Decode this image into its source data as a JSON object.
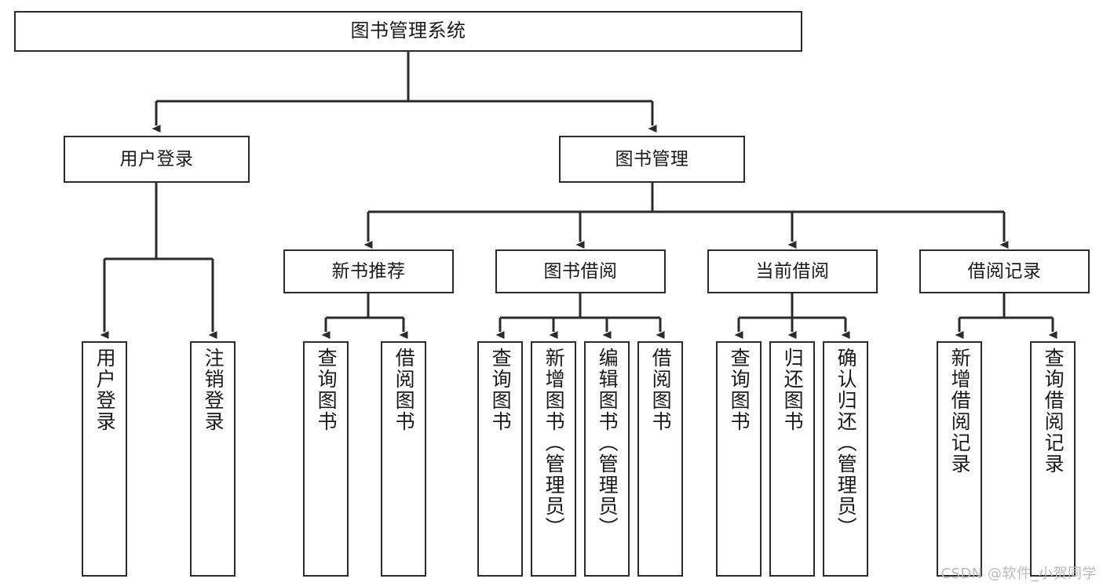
{
  "diagram": {
    "title": "图书管理系统",
    "type": "tree-hierarchy-chart",
    "watermark": "CSDN @软件_小贺同学",
    "colors": {
      "background": "#ffffff",
      "box_border": "#2b2b2b",
      "box_fill": "#ffffff",
      "edge": "#2b2b2b",
      "text": "#1a1a1a",
      "watermark": "#b9b9b9"
    },
    "levels": {
      "root": {
        "label": "图书管理系统"
      },
      "level2": [
        {
          "label": "用户登录"
        },
        {
          "label": "图书管理"
        }
      ],
      "level3": [
        {
          "label": "新书推荐"
        },
        {
          "label": "图书借阅"
        },
        {
          "label": "当前借阅"
        },
        {
          "label": "借阅记录"
        }
      ],
      "leaves": {
        "user_login": [
          "用户登录",
          "注销登录"
        ],
        "new_book_recommend": [
          "查询图书",
          "借阅图书"
        ],
        "book_borrow": [
          "查询图书",
          "新增图书（管理员）",
          "编辑图书（管理员）",
          "借阅图书"
        ],
        "current_borrow": [
          "查询图书",
          "归还图书",
          "确认归还（管理员）"
        ],
        "borrow_record": [
          "新增借阅记录",
          "查询借阅记录"
        ]
      }
    }
  }
}
